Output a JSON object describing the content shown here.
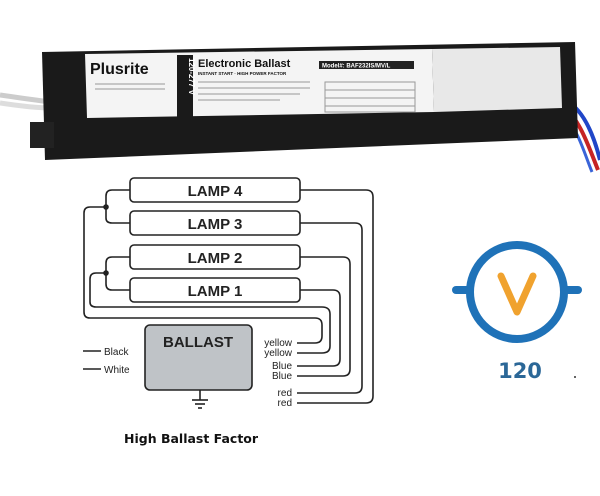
{
  "product": {
    "brand": "Plusrite",
    "voltage_band": "120-277 V",
    "title": "Electronic Ballast",
    "subtitle": "INSTANT START · HIGH POWER FACTOR",
    "model_label": "Model#: BAF232IS/MV/L",
    "colors": {
      "body": "#1a1a1a",
      "label": "#f4f4f4"
    }
  },
  "diagram": {
    "lamps": [
      "LAMP 4",
      "LAMP 3",
      "LAMP 2",
      "LAMP 1"
    ],
    "ballast_label": "BALLAST",
    "input_wires": [
      "Black",
      "White"
    ],
    "output_wires": [
      "yellow",
      "yellow",
      "Blue",
      "Blue",
      "red",
      "red"
    ],
    "caption": "High Ballast Factor"
  },
  "badge": {
    "value": "120",
    "colors": {
      "ring": "#1f72b8",
      "v": "#f0a22e",
      "text": "#2b6797"
    }
  }
}
